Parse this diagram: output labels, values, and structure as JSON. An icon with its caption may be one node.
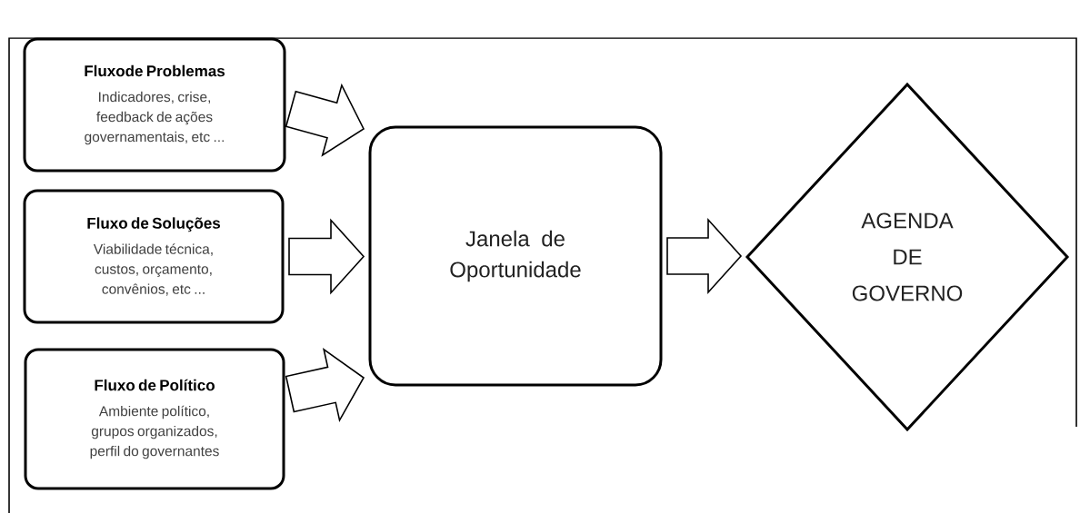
{
  "diagram": {
    "nodes": [
      {
        "text": [
          "Fluxode Problemas",
          "Indicadores, crise, feedback de ações governamentais, etc ..."
        ]
      },
      {
        "text": [
          "Fluxo de Soluções",
          "Viabilidade técnica, custos, orçamento, convênios, etc ..."
        ]
      },
      {
        "text": [
          "Fluxo de Político",
          "Ambiente político, grupos organizados, perfil do governantes"
        ]
      },
      {
        "text": [
          "Janela de Oportunidade"
        ]
      },
      {
        "text": [
          "AGENDA DE GOVERNO"
        ]
      }
    ],
    "edges": [
      {
        "from": 0,
        "to": 3,
        "arrow": "to"
      },
      {
        "from": 1,
        "to": 3,
        "arrow": "to"
      },
      {
        "from": 2,
        "to": 3,
        "arrow": "to"
      },
      {
        "from": 3,
        "to": 4,
        "arrow": "to"
      }
    ]
  }
}
